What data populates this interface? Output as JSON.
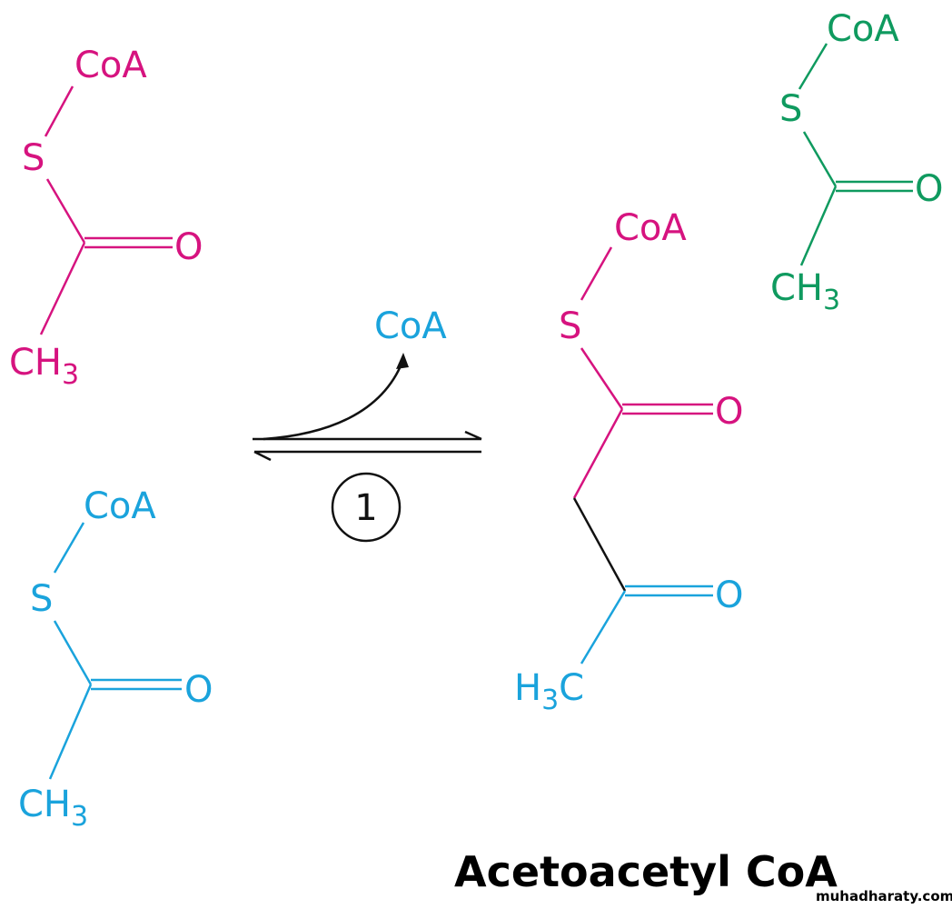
{
  "colors": {
    "magenta": "#d6137f",
    "cyan": "#1aa3dc",
    "green": "#0f9a5f"
  },
  "reactant1": {
    "coa": "CoA",
    "s": "S",
    "o": "O",
    "ch": "CH",
    "sub": "3"
  },
  "reactant2": {
    "coa": "CoA",
    "s": "S",
    "o": "O",
    "ch": "CH",
    "sub": "3"
  },
  "released": {
    "coa": "CoA"
  },
  "step": {
    "number": "1"
  },
  "product": {
    "coa": "CoA",
    "s": "S",
    "o1": "O",
    "o2": "O",
    "h": "H",
    "sub": "3",
    "c": "C"
  },
  "released_acetyl": {
    "coa": "CoA",
    "s": "S",
    "o": "O",
    "ch": "CH",
    "sub": "3"
  },
  "title": "Acetoacetyl CoA",
  "watermark": "muhadharaty.com"
}
